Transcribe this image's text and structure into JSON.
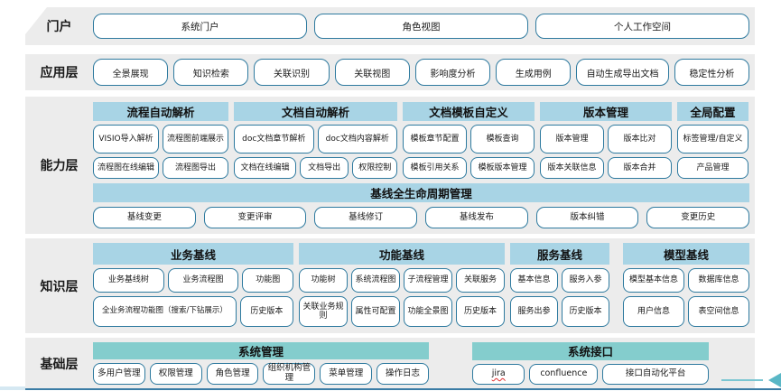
{
  "colors": {
    "band_gray": "#ececec",
    "node_border": "#2e7a9f",
    "header_blue": "#a8d4e5",
    "header_teal": "#84cdcd",
    "bottom_line": "#3a7ca5",
    "arrow_teal": "#59b7c6",
    "misspell_red": "#e03030"
  },
  "portal": {
    "label": "门户",
    "items": [
      "系统门户",
      "角色视图",
      "个人工作空间"
    ]
  },
  "app": {
    "label": "应用层",
    "items": [
      "全景展现",
      "知识检索",
      "关联识别",
      "关联视图",
      "影响度分析",
      "生成用例",
      "自动生成导出文档",
      "稳定性分析"
    ]
  },
  "cap": {
    "label": "能力层",
    "groups": [
      {
        "title": "流程自动解析",
        "rows": [
          [
            "VISIO导入解析",
            "流程图前端展示"
          ],
          [
            "流程图在线编辑",
            "流程图导出"
          ]
        ]
      },
      {
        "title": "文档自动解析",
        "rows": [
          [
            "doc文档章节解析",
            "doc文档内容解析"
          ],
          [
            "文档在线编辑",
            "文档导出",
            "权限控制"
          ]
        ]
      },
      {
        "title": "文档模板自定义",
        "rows": [
          [
            "模板章节配置",
            "模板查询"
          ],
          [
            "模板引用关系",
            "模板版本管理"
          ]
        ]
      },
      {
        "title": "版本管理",
        "rows": [
          [
            "版本管理",
            "版本比对"
          ],
          [
            "版本关联信息",
            "版本合并"
          ]
        ]
      },
      {
        "title": "全局配置",
        "rows": [
          [
            "标签管理/自定义"
          ],
          [
            "产品管理"
          ]
        ]
      }
    ],
    "baseline": {
      "title": "基线全生命周期管理",
      "items": [
        "基线变更",
        "变更评审",
        "基线修订",
        "基线发布",
        "版本纠错",
        "变更历史"
      ]
    }
  },
  "know": {
    "label": "知识层",
    "groups": [
      {
        "title": "业务基线",
        "rows": [
          [
            "业务基线树",
            "业务流程图",
            "功能图"
          ],
          [
            "全业务流程功能图（搜索/下钻展示）",
            "历史版本"
          ]
        ]
      },
      {
        "title": "功能基线",
        "rows": [
          [
            "功能树",
            "系统流程图",
            "子流程管理",
            "关联服务"
          ],
          [
            "关联业务规则",
            "属性可配置",
            "功能全景图",
            "历史版本"
          ]
        ]
      },
      {
        "title": "服务基线",
        "rows": [
          [
            "基本信息",
            "服务入参"
          ],
          [
            "服务出参",
            "历史版本"
          ]
        ]
      },
      {
        "title": "模型基线",
        "rows": [
          [
            "模型基本信息",
            "数据库信息"
          ],
          [
            "用户信息",
            "表空间信息"
          ]
        ]
      }
    ]
  },
  "found": {
    "label": "基础层",
    "groups": [
      {
        "title": "系统管理",
        "items": [
          "多用户管理",
          "权限管理",
          "角色管理",
          "组织机构管理",
          "菜单管理",
          "操作日志"
        ]
      },
      {
        "title": "系统接口",
        "items": [
          "jira",
          "confluence",
          "接口自动化平台"
        ]
      }
    ]
  }
}
